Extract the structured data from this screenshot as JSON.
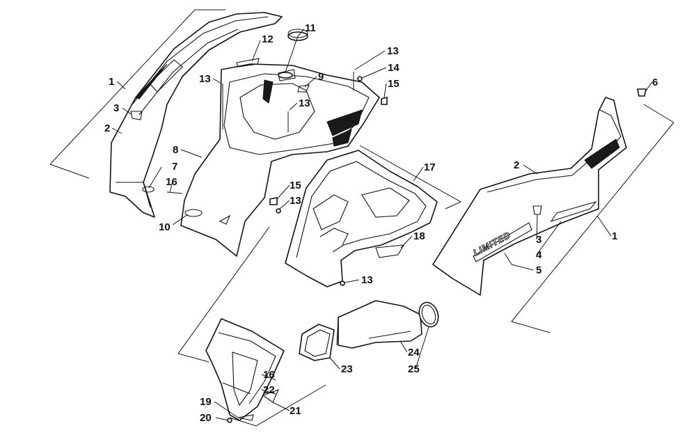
{
  "diagram": {
    "badge_text": "LIMITED",
    "callouts": {
      "c1a": "1",
      "c1b": "1",
      "c2a": "2",
      "c2b": "2",
      "c3a": "3",
      "c3b": "3",
      "c4": "4",
      "c5": "5",
      "c6": "6",
      "c7": "7",
      "c8": "8",
      "c9": "9",
      "c10": "10",
      "c11": "11",
      "c12": "12",
      "c13a": "13",
      "c13b": "13",
      "c13c": "13",
      "c13d": "13",
      "c13e": "13",
      "c14": "14",
      "c15a": "15",
      "c15b": "15",
      "c16a": "16",
      "c16b": "16",
      "c17": "17",
      "c18": "18",
      "c19": "19",
      "c20": "20",
      "c21": "21",
      "c22": "22",
      "c23": "23",
      "c24": "24",
      "c25": "25"
    }
  }
}
